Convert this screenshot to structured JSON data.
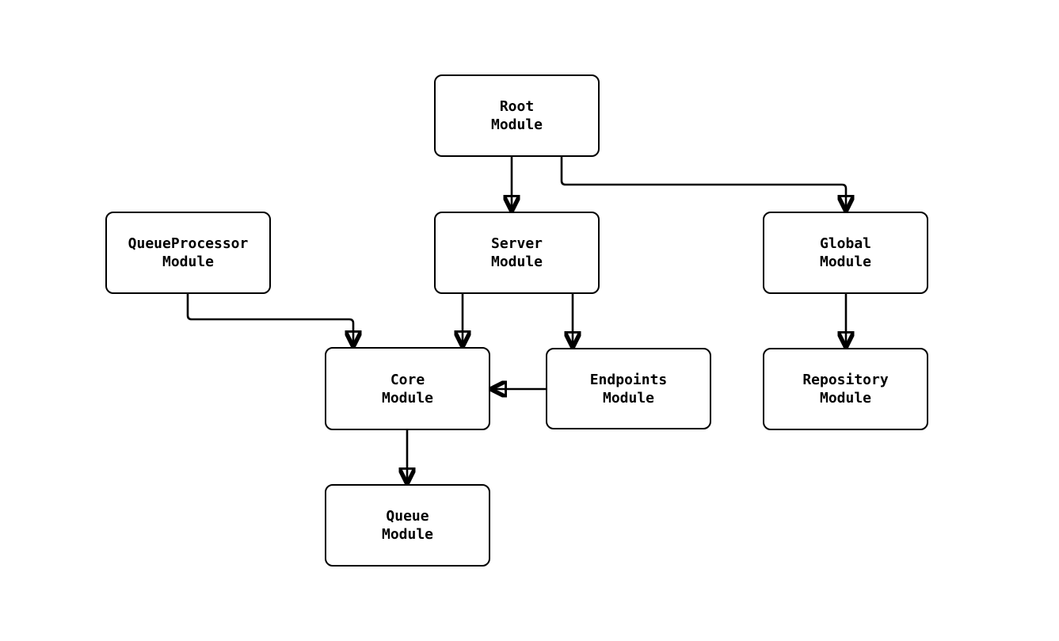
{
  "diagram": {
    "background_color": "#ffffff",
    "line_color": "#000000",
    "node_fill_color": "#ffffff",
    "node_border_color": "#000000",
    "nodes": [
      {
        "id": "root-module",
        "line1": "Root",
        "line2": "Module"
      },
      {
        "id": "queueprocessor-module",
        "line1": "QueueProcessor",
        "line2": "Module"
      },
      {
        "id": "server-module",
        "line1": "Server",
        "line2": "Module"
      },
      {
        "id": "global-module",
        "line1": "Global",
        "line2": "Module"
      },
      {
        "id": "core-module",
        "line1": "Core",
        "line2": "Module"
      },
      {
        "id": "endpoints-module",
        "line1": "Endpoints",
        "line2": "Module"
      },
      {
        "id": "repository-module",
        "line1": "Repository",
        "line2": "Module"
      },
      {
        "id": "queue-module",
        "line1": "Queue",
        "line2": "Module"
      }
    ],
    "edges": [
      {
        "from": "Root Module",
        "to": "Server Module"
      },
      {
        "from": "Root Module",
        "to": "Global Module"
      },
      {
        "from": "QueueProcessor Module",
        "to": "Core Module"
      },
      {
        "from": "Server Module",
        "to": "Core Module"
      },
      {
        "from": "Server Module",
        "to": "Endpoints Module"
      },
      {
        "from": "Endpoints Module",
        "to": "Core Module"
      },
      {
        "from": "Global Module",
        "to": "Repository Module"
      },
      {
        "from": "Core Module",
        "to": "Queue Module"
      }
    ]
  }
}
